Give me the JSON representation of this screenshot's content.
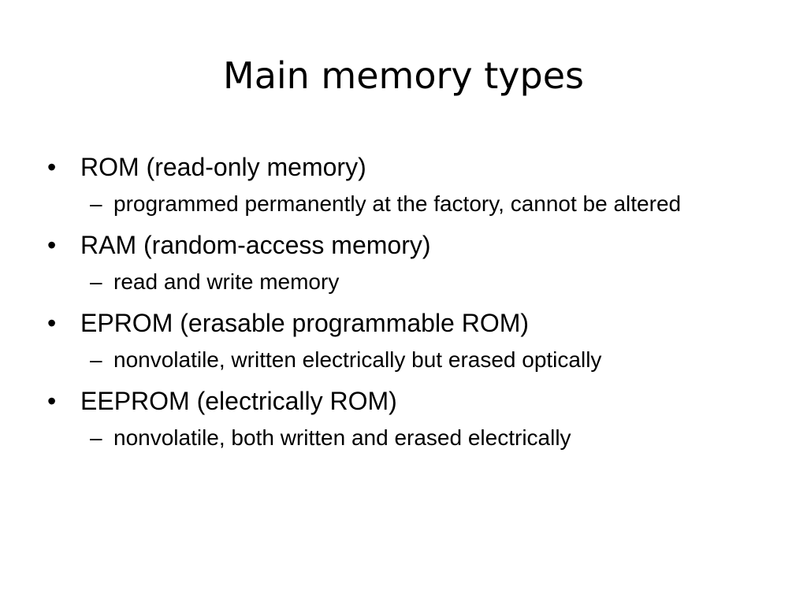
{
  "slide": {
    "title": "Main memory types",
    "items": [
      {
        "bullet_marker": "•",
        "label": "ROM (read-only memory)",
        "sub_marker": "–",
        "detail": "programmed permanently at the factory, cannot be altered"
      },
      {
        "bullet_marker": "•",
        "label": "RAM (random-access memory)",
        "sub_marker": "–",
        "detail": "read and write memory"
      },
      {
        "bullet_marker": "•",
        "label": "EPROM (erasable programmable ROM)",
        "sub_marker": "–",
        "detail": "nonvolatile, written electrically but erased optically"
      },
      {
        "bullet_marker": "•",
        "label": "EEPROM (electrically ROM)",
        "sub_marker": "–",
        "detail": "nonvolatile, both written and erased electrically"
      }
    ]
  }
}
